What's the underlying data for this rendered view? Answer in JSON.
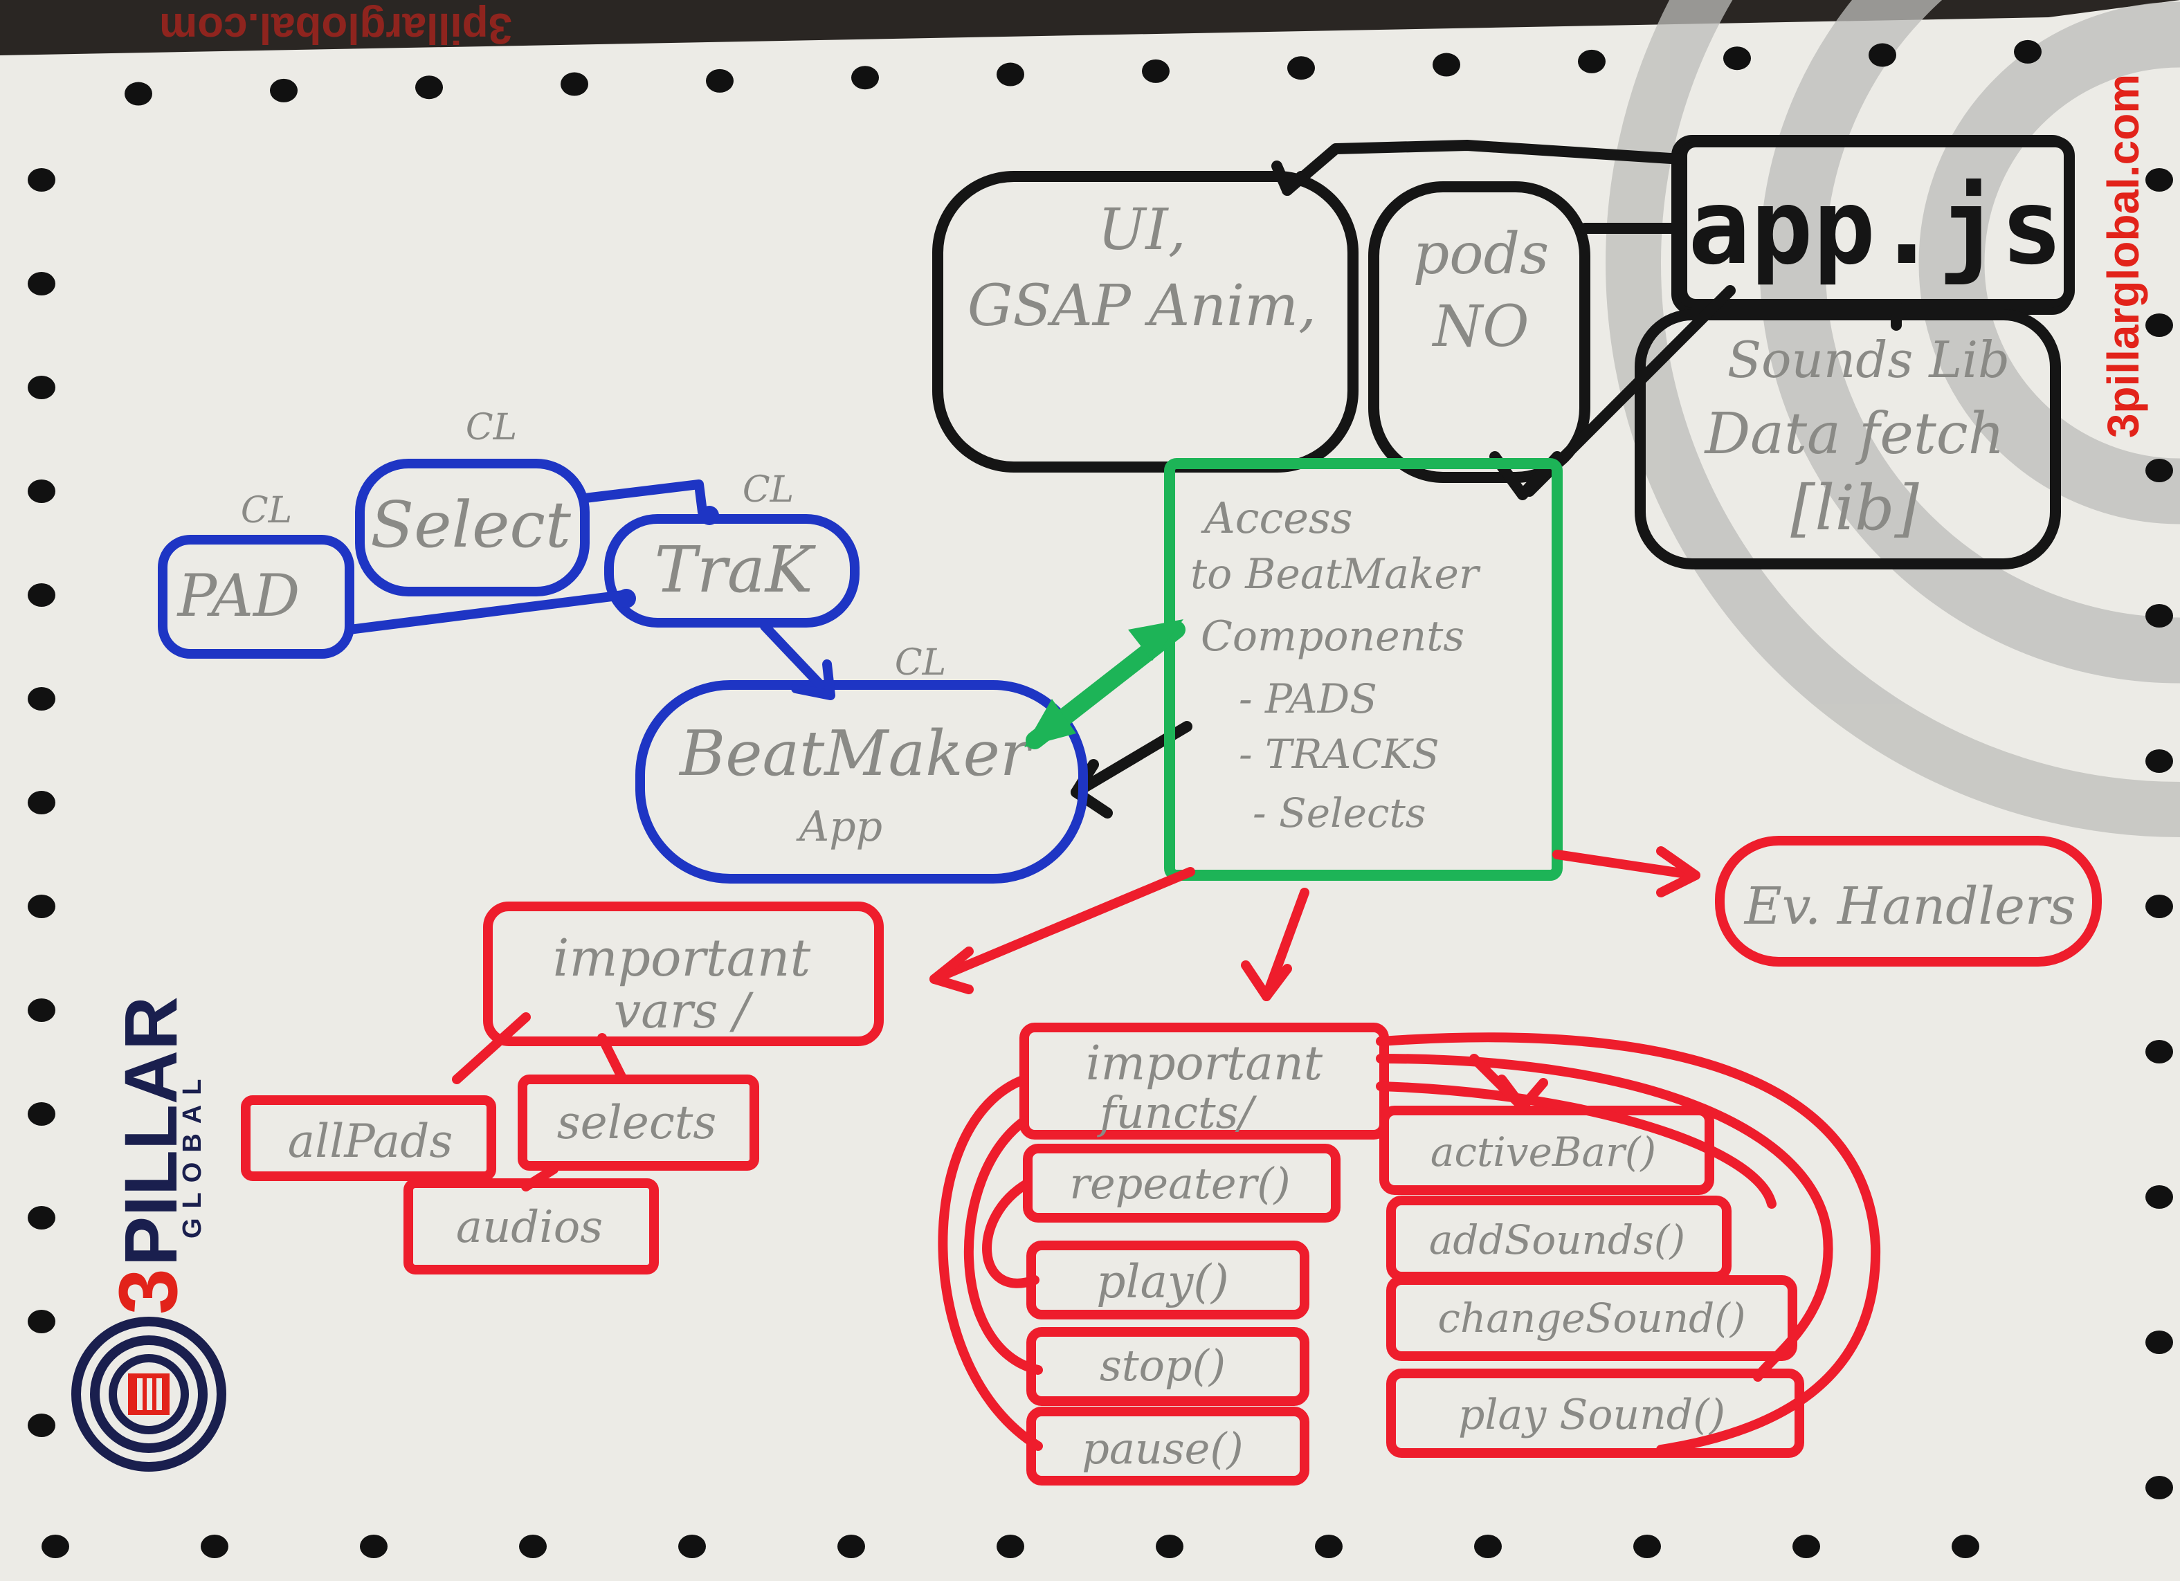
{
  "colors": {
    "paper": "#ecebe6",
    "ink_black": "#151515",
    "ink_blue": "#1e35c4",
    "ink_green": "#1db457",
    "ink_red": "#ee1d2c",
    "pencil": "#8a8a86",
    "brand_red": "#e2231a",
    "brand_navy": "#1a1f4e"
  },
  "brand": {
    "watermark_top": "3pillarglobal.com",
    "watermark_side": "3pillarglobal.com",
    "logo_name": "PILLAR",
    "logo_digit": "3",
    "logo_sub": "GLOBAL",
    "logo_icon": "concentric-rings-logo-icon"
  },
  "nodes": {
    "ui_gsap": {
      "line1": "UI,",
      "line2": "GSAP Anim,"
    },
    "pods_no": {
      "line1": "pods",
      "line2": "NO"
    },
    "app_js": {
      "label": "app.js"
    },
    "sounds_lib": {
      "line1": "Sounds Lib",
      "line2": "Data fetch",
      "line3": "[lib]"
    },
    "select": {
      "label": "Select",
      "tag": "CL"
    },
    "pad": {
      "label": "PAD",
      "tag": "CL"
    },
    "track": {
      "label": "TraK",
      "tag": "CL"
    },
    "beatmaker": {
      "line1": "BeatMaker",
      "line2": "App",
      "tag": "CL"
    },
    "access": {
      "line1": "Access",
      "line2": "to BeatMaker",
      "line3": "Components",
      "line4": "- PADS",
      "line5": "- TRACKS",
      "line6": "- Selects"
    },
    "ev_handlers": {
      "label": "Ev. Handlers"
    },
    "important_vars": {
      "line1": "important",
      "line2": "vars /"
    },
    "all_pads": {
      "label": "allPads"
    },
    "selects": {
      "label": "selects"
    },
    "audios": {
      "label": "audios"
    },
    "important_funcs": {
      "line1": "important",
      "line2": "functs/"
    },
    "repeater": {
      "label": "repeater()"
    },
    "play": {
      "label": "play()"
    },
    "stop": {
      "label": "stop()"
    },
    "pause": {
      "label": "pause()"
    },
    "active_bar": {
      "label": "activeBar()"
    },
    "add_sounds": {
      "label": "addSounds()"
    },
    "change_sound": {
      "label": "changeSound()"
    },
    "play_sound": {
      "label": "play Sound()"
    }
  }
}
